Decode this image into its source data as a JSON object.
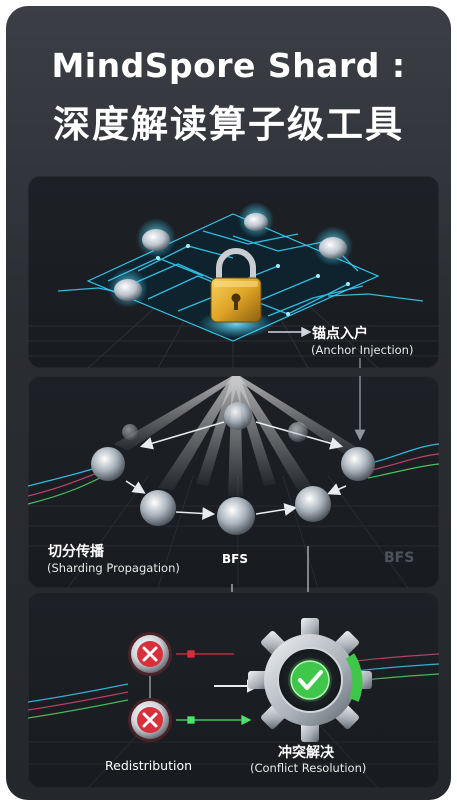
{
  "title": {
    "line1": "MindSpore Shard :",
    "line2": "深度解读算子级工具"
  },
  "stages": {
    "anchor": {
      "label": "锚点入户",
      "sublabel": "(Anchor Injection)"
    },
    "sharding": {
      "label": "切分传播",
      "sublabel": "(Sharding Propagation)"
    },
    "bfs": {
      "label": "BFS",
      "watermark": "BFS"
    },
    "redistribution": {
      "label": "Redistribution"
    },
    "conflict": {
      "label": "冲突解决",
      "sublabel": "(Conflict Resolution)"
    }
  },
  "icons": [
    "padlock-icon",
    "cross-icon",
    "gear-icon",
    "checkmark-icon"
  ],
  "colors": {
    "accent_cyan": "#37d6ff",
    "lock_gold": "#e0a526",
    "error_red": "#d8303a",
    "success_green": "#3fc74a"
  }
}
